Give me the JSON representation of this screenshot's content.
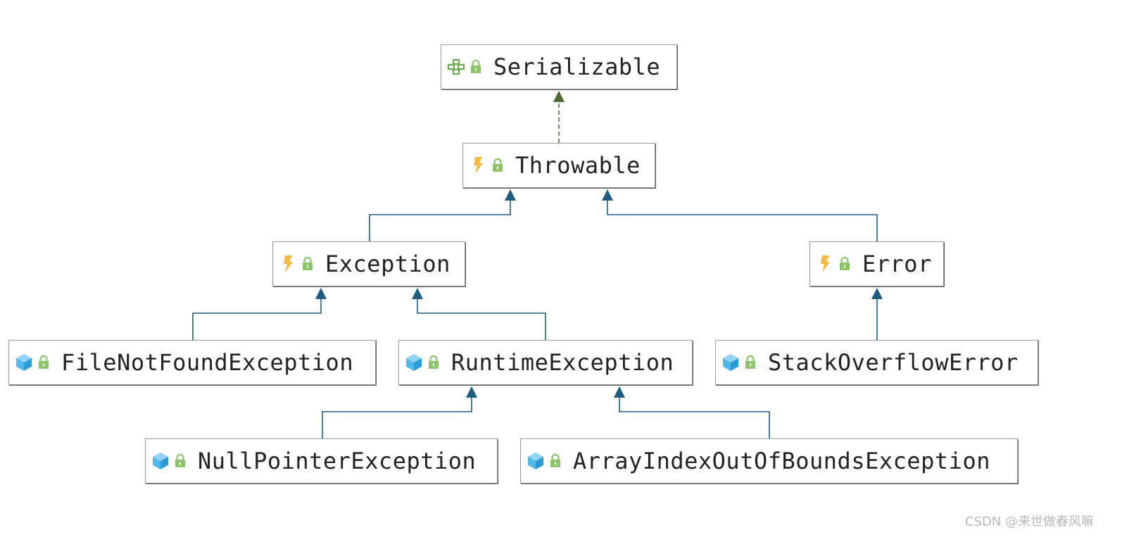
{
  "colors": {
    "inherit_line": "#1f5c82",
    "implements_line": "#4a6b2f",
    "lock": "#8cc46a",
    "interface_icon": "#6aa84f",
    "throwable_icon": "#f5b942",
    "class_icon": "#4fb8ec"
  },
  "nodes": [
    {
      "id": "serializable",
      "label": "Serializable",
      "icon": "interface-icon"
    },
    {
      "id": "throwable",
      "label": "Throwable",
      "icon": "throwable-icon"
    },
    {
      "id": "exception",
      "label": "Exception",
      "icon": "throwable-icon"
    },
    {
      "id": "error",
      "label": "Error",
      "icon": "throwable-icon"
    },
    {
      "id": "filenotfound",
      "label": "FileNotFoundException",
      "icon": "class-icon"
    },
    {
      "id": "runtime",
      "label": "RuntimeException",
      "icon": "class-icon"
    },
    {
      "id": "stackoverflow",
      "label": "StackOverflowError",
      "icon": "class-icon"
    },
    {
      "id": "nullpointer",
      "label": "NullPointerException",
      "icon": "class-icon"
    },
    {
      "id": "arrayindex",
      "label": "ArrayIndexOutOfBoundsException",
      "icon": "class-icon"
    }
  ],
  "edges": [
    {
      "from": "throwable",
      "to": "serializable",
      "kind": "implements"
    },
    {
      "from": "exception",
      "to": "throwable",
      "kind": "extends"
    },
    {
      "from": "error",
      "to": "throwable",
      "kind": "extends"
    },
    {
      "from": "filenotfound",
      "to": "exception",
      "kind": "extends"
    },
    {
      "from": "runtime",
      "to": "exception",
      "kind": "extends"
    },
    {
      "from": "stackoverflow",
      "to": "error",
      "kind": "extends"
    },
    {
      "from": "nullpointer",
      "to": "runtime",
      "kind": "extends"
    },
    {
      "from": "arrayindex",
      "to": "runtime",
      "kind": "extends"
    }
  ],
  "watermark": "CSDN @来世做春风嘛"
}
